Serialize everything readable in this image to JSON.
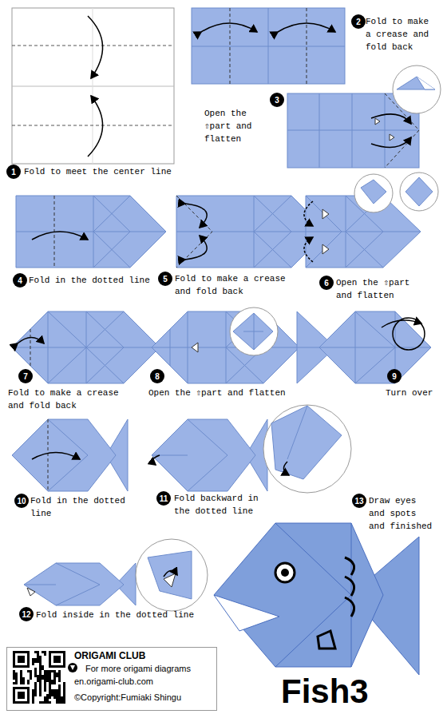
{
  "diagram": {
    "title": "Fish3",
    "nodes": [
      {
        "text": [
          "1"
        ]
      },
      {
        "text": [
          "2"
        ]
      },
      {
        "text": [
          "3"
        ]
      },
      {
        "text": [
          "4"
        ]
      },
      {
        "text": [
          "5"
        ]
      },
      {
        "text": [
          "6"
        ]
      },
      {
        "text": [
          "7"
        ]
      },
      {
        "text": [
          "8"
        ]
      },
      {
        "text": [
          "9"
        ]
      },
      {
        "text": [
          "10"
        ]
      },
      {
        "text": [
          "11"
        ]
      },
      {
        "text": [
          "12"
        ]
      },
      {
        "text": [
          "13"
        ]
      },
      {
        "text": [
          "ORIGAMI CLUB",
          "For more origami diagrams",
          "en.origami-club.com",
          "©Copyright:Fumiaki Shingu"
        ]
      }
    ],
    "labels": [
      "Fold to meet the center line",
      "Fold to make a crease and fold back",
      "Open the ⇧part and flatten",
      "Fold in the dotted line",
      "Fold to make a crease and fold back",
      "Open the ⇧part and flatten",
      "Fold to make a crease and fold back",
      "Open the ⇧part and flatten",
      "Turn over",
      "Fold in the dotted line",
      "Fold backward in the dotted line",
      "Fold inside in the dotted line",
      "Draw eyes and spots and finished"
    ]
  }
}
